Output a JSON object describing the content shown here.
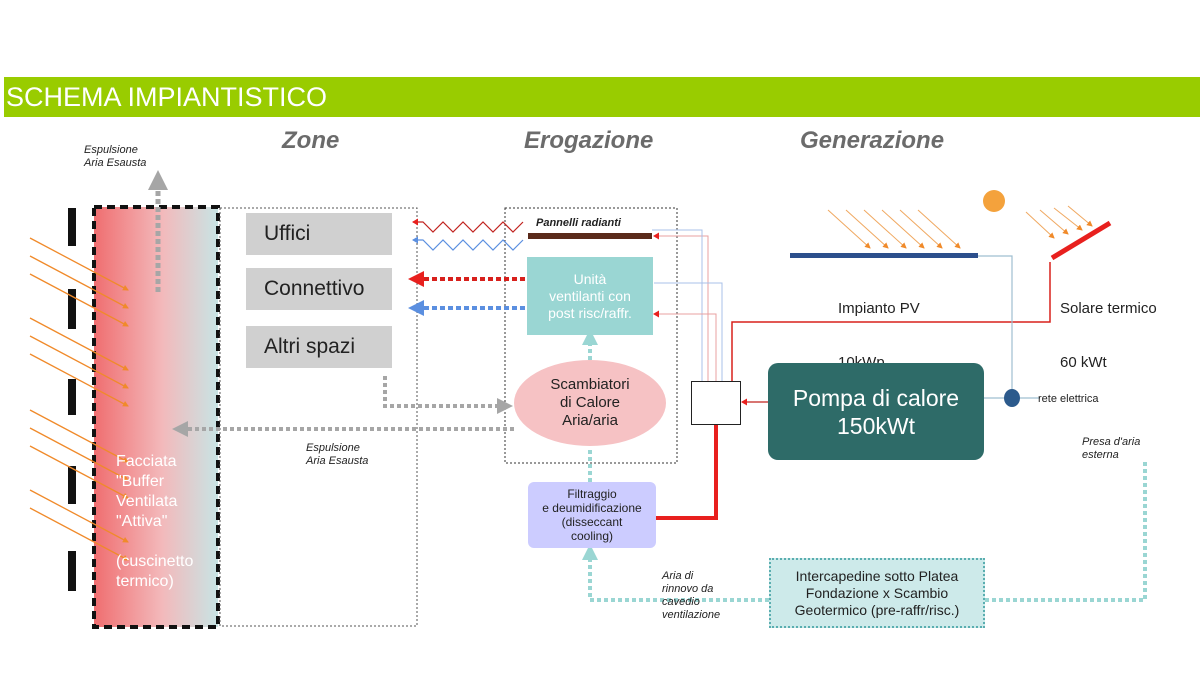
{
  "title": "SCHEMA IMPIANTISTICO",
  "columns": {
    "zone": "Zone",
    "erogazione": "Erogazione",
    "generazione": "Generazione"
  },
  "notes": {
    "espulsione_top_1": "Espulsione",
    "espulsione_top_2": "Aria Esausta",
    "espulsione_mid_1": "Espulsione",
    "espulsione_mid_2": "Aria Esausta",
    "aria_rinnovo_1": "Aria di",
    "aria_rinnovo_2": "rinnovo  da",
    "aria_rinnovo_3": "cavedio",
    "aria_rinnovo_4": "ventilazione",
    "presa_aria_1": "Presa d'aria",
    "presa_aria_2": "esterna",
    "rete_elettrica": "rete elettrica"
  },
  "facade": {
    "text": "Facciata\n\"Buffer\nVentilata\n\"Attiva\"\n\n(cuscinetto\ntermico)"
  },
  "zones": [
    "Uffici",
    "Connettivo",
    "Altri spazi"
  ],
  "erogazione": {
    "pannelli": "Pannelli radianti",
    "unita_1": "Unità",
    "unita_2": "ventilanti con",
    "unita_3": "post risc/raffr.",
    "scambiatori_1": "Scambiatori",
    "scambiatori_2": "di Calore",
    "scambiatori_3": "Aria/aria",
    "filtraggio_1": "Filtraggio",
    "filtraggio_2": "e deumidificazione",
    "filtraggio_3": "(disseccant",
    "filtraggio_4": "cooling)"
  },
  "generazione": {
    "pv_1": "Impianto PV",
    "pv_2": "10kWp",
    "solare_1": "Solare termico",
    "solare_2": "60 kWt",
    "pompa_1": "Pompa di calore",
    "pompa_2": "150kWt",
    "geo_1": "Intercapedine sotto Platea",
    "geo_2": "Fondazione x Scambio",
    "geo_3": "Geotermico (pre-raffr/risc.)"
  },
  "colors": {
    "title_bar": "#99cc00",
    "hot": "#e8201e",
    "cold": "#5b8fe0",
    "sun": "#f4a23c",
    "pompa": "#2e6b68",
    "teal": "#9ad6d3",
    "grey_flow": "#a6a6a6"
  }
}
